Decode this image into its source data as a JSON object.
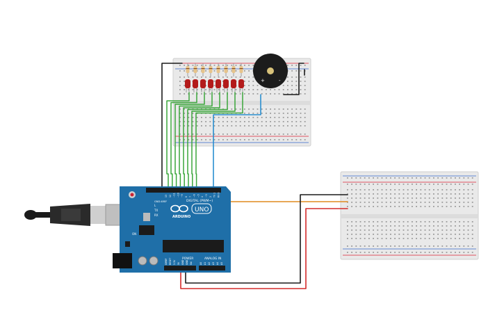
{
  "arduino": {
    "brand": "ARDUINO",
    "model": "UNO",
    "header_digital": "DIGITAL (PWM~)",
    "header_power": "POWER",
    "header_analog": "ANALOG IN",
    "tx": "TX",
    "rx": "RX",
    "l": "L",
    "on": "ON",
    "aref": "AREF",
    "gnd": "GND",
    "digital_pins": [
      "13",
      "12",
      "~11",
      "~10",
      "~9",
      "8",
      "7",
      "~6",
      "~5",
      "4",
      "~3",
      "2",
      "TX 1",
      "RX 0"
    ],
    "power_pins": [
      "IOREF",
      "RESET",
      "3.3V",
      "5V",
      "GND",
      "GND",
      "Vin"
    ],
    "analog_pins": [
      "A0",
      "A1",
      "A2",
      "A3",
      "A4",
      "A5"
    ]
  },
  "buzzer": {
    "plus": "+",
    "minus": "-"
  },
  "breadboard1": {
    "led_count": 8
  },
  "colors": {
    "board": "#1f6fa8",
    "wire_green": "#3aa63a",
    "wire_blue": "#2a8fd0",
    "wire_orange": "#e08a1e",
    "wire_red": "#d42a2a",
    "wire_black": "#1a1a1a",
    "led": "#b31b1b",
    "resistor": "#e7c48a"
  }
}
